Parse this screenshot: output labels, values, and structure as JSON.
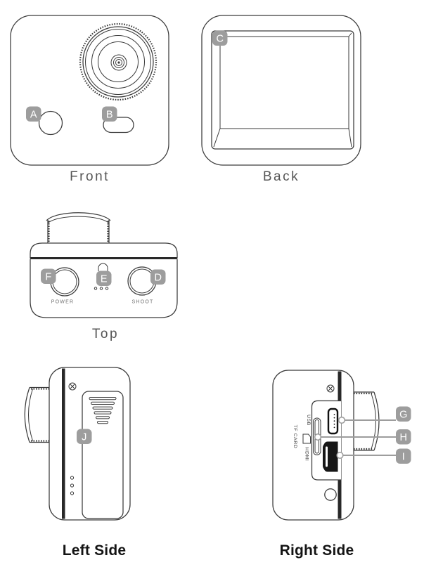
{
  "document": {
    "type": "camera-parts-diagram",
    "colors": {
      "tag_background": "#9d9d9d",
      "tag_text": "#ffffff",
      "outline": "#3a3a3a",
      "leader_line": "#9d9d9d",
      "dark_band": "#282828"
    },
    "views": {
      "front": {
        "caption": "Front",
        "tag_a": "A",
        "tag_b": "B"
      },
      "back": {
        "caption": "Back",
        "tag_c": "C"
      },
      "top": {
        "caption": "Top",
        "tag_d": "D",
        "tag_e": "E",
        "tag_f": "F",
        "power_label": "POWER",
        "shoot_label": "SHOOT"
      },
      "left": {
        "caption": "Left Side",
        "tag_j": "J"
      },
      "right": {
        "caption": "Right Side",
        "tag_g": "G",
        "tag_h": "H",
        "tag_i": "I",
        "port_usb": "USB",
        "port_tf": "TF CARD",
        "port_hdmi": "HDMI"
      }
    }
  }
}
